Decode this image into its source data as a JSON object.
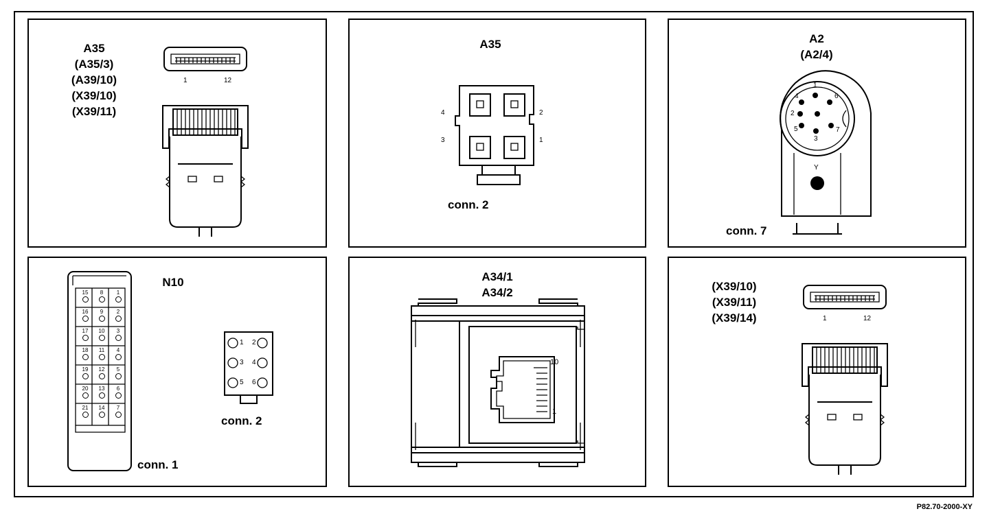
{
  "panels": {
    "p1": {
      "labels": [
        "A35",
        "(A35/3)",
        "(A39/10)",
        "(X39/10)",
        "(X39/11)"
      ],
      "pin_start": "1",
      "pin_end": "12"
    },
    "p2": {
      "title": "A35",
      "pins": [
        "4",
        "2",
        "3",
        "1"
      ],
      "conn": "conn. 2"
    },
    "p3": {
      "title": "A2",
      "subtitle": "(A2/4)",
      "pins": [
        "1",
        "4",
        "6",
        "2",
        "5",
        "7",
        "3"
      ],
      "marker": "Y",
      "conn": "conn. 7"
    },
    "p4": {
      "title": "N10",
      "grid": [
        [
          "15",
          "8",
          "1"
        ],
        [
          "16",
          "9",
          "2"
        ],
        [
          "17",
          "10",
          "3"
        ],
        [
          "18",
          "11",
          "4"
        ],
        [
          "19",
          "12",
          "5"
        ],
        [
          "20",
          "13",
          "6"
        ],
        [
          "21",
          "14",
          "7"
        ]
      ],
      "conn1": "conn. 1",
      "pins2": [
        "1",
        "2",
        "3",
        "4",
        "5",
        "6"
      ],
      "conn2": "conn. 2"
    },
    "p5": {
      "title": "A34/1",
      "subtitle": "A34/2",
      "pin_top": "10",
      "pin_bottom": "1"
    },
    "p6": {
      "labels": [
        "(X39/10)",
        "(X39/11)",
        "(X39/14)"
      ],
      "pin_start": "1",
      "pin_end": "12"
    }
  },
  "reference": "P82.70-2000-XY"
}
